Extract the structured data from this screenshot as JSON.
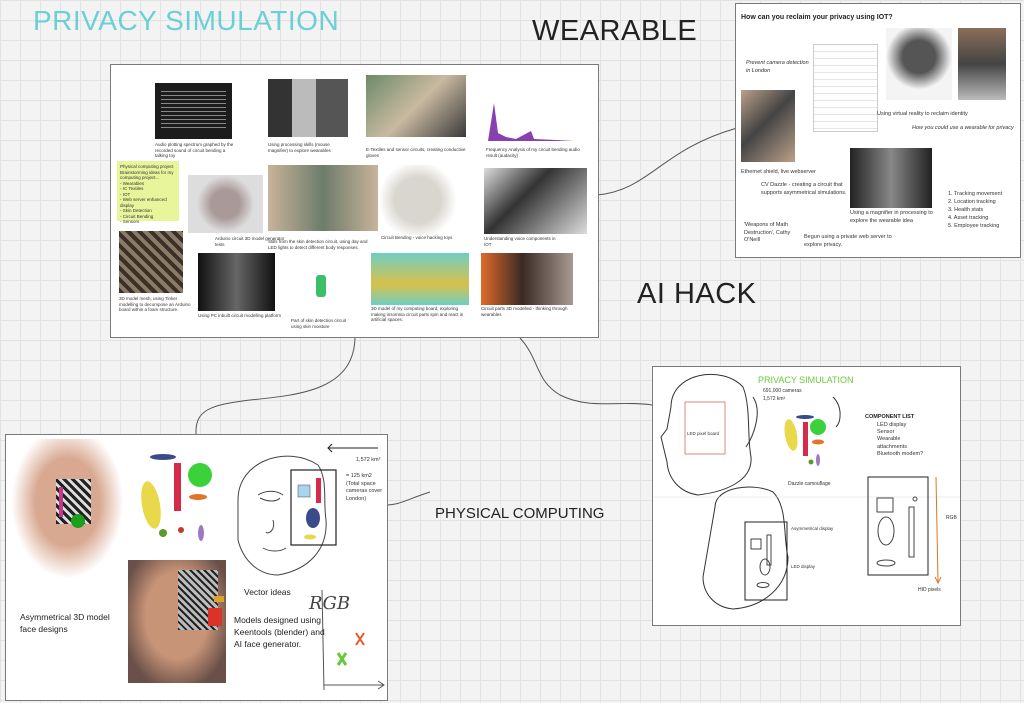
{
  "board": {
    "title": "PRIVACY SIMULATION",
    "sections": {
      "wearable": "WEARABLE",
      "ai_hack": "AI HACK",
      "physical": "PHYSICAL COMPUTING"
    }
  },
  "wearable_frame": {
    "question": "How can you reclaim your privacy using IOT?",
    "prevent_camera": "Prevent camera detection in London",
    "virtual_reality": "Using virtual reality to reclaim identity",
    "how_wearable": "How you could use a wearable for privacy",
    "ethernet": "Ethernet shield, live webserver",
    "cv_dazzle": "CV Dazzle - creating a circuit that supports asymmetrical simulations.",
    "magnifier": "Using a magnifier in processing to explore the wearable idea",
    "weapons": "'Weapons of Math Destruction', Cathy O'Neill",
    "begun": "Begun using a private web server to explore privacy.",
    "list": [
      "1. Tracking movement",
      "2. Location tracking",
      "3. Health stats",
      "4. Asset tracking",
      "5. Employee tracking"
    ]
  },
  "research_frame": {
    "captions": {
      "c1": "Audio plotting spectrum graphed by the recorded sound of circuit bending a talking toy",
      "c2": "Using processing skills (mouse magnifier) to explore wearables",
      "c3": "E-Textiles and sensor circuits, creating conductive gloves",
      "c4": "Frequency Analysis of my circuit bending audio result (audacity)",
      "c5": "Arduino circuit 3D model generator tests",
      "c6": "Stills from the skin detection circuit, using day and LED lights to detect different body responses.",
      "c7": "Circuit Bending - voice hacking toys",
      "c8": "Understanding voice components in IOT",
      "c9": "3D model mesh, using Tinker modelling to decompose an Arduino board within a foam structure.",
      "c10": "Using PC inbuilt circuit modelling platform",
      "c11": "Part of skin detection circuit using skin moisture",
      "c12": "3D model of my computing board, exploring making insomnia circuit parts spin and react in artificial spaces.",
      "c13": "Circuit parts 3D modelled - thinking through wearables"
    },
    "sticky": [
      "Physical computing project",
      "Brainstorming ideas for my",
      "computing project...",
      "- Wearables",
      "- IC Textiles",
      "- IOT",
      "- Web server enhanced display",
      "- Skin Detection",
      "- Circuit Bending",
      "- Sensors"
    ]
  },
  "design_frame": {
    "asym_label": "Asymmetrical 3D model face designs",
    "vector_label": "Vector ideas",
    "models_label": "Models designed using Keentools (blender) and AI face generator.",
    "area": "1,572 km²",
    "area_note": "= 125 km2 (Total space cameras cover London)",
    "rgb": "RGB"
  },
  "physical_frame": {
    "title": "PRIVACY SIMULATION",
    "cameras": "691,000 cameras",
    "cameras_area": "1,572 km²",
    "led_pixel": "LED pixel board",
    "dazzle": "Dazzle camouflage",
    "component_title": "COMPONENT LIST",
    "components": [
      "LED display",
      "Sensor",
      "Wearable attachments",
      "Bluetooth modem?"
    ],
    "asym_display": "Asymmetrical display",
    "led_display": "LED display",
    "rgb": "RGB",
    "hid": "HID pixels"
  },
  "colors": {
    "title": "#6ccfd6",
    "sticky": "#e8f59a",
    "line": "#555555",
    "accent_red": "#d9332a",
    "accent_green": "#3bbf3b"
  }
}
